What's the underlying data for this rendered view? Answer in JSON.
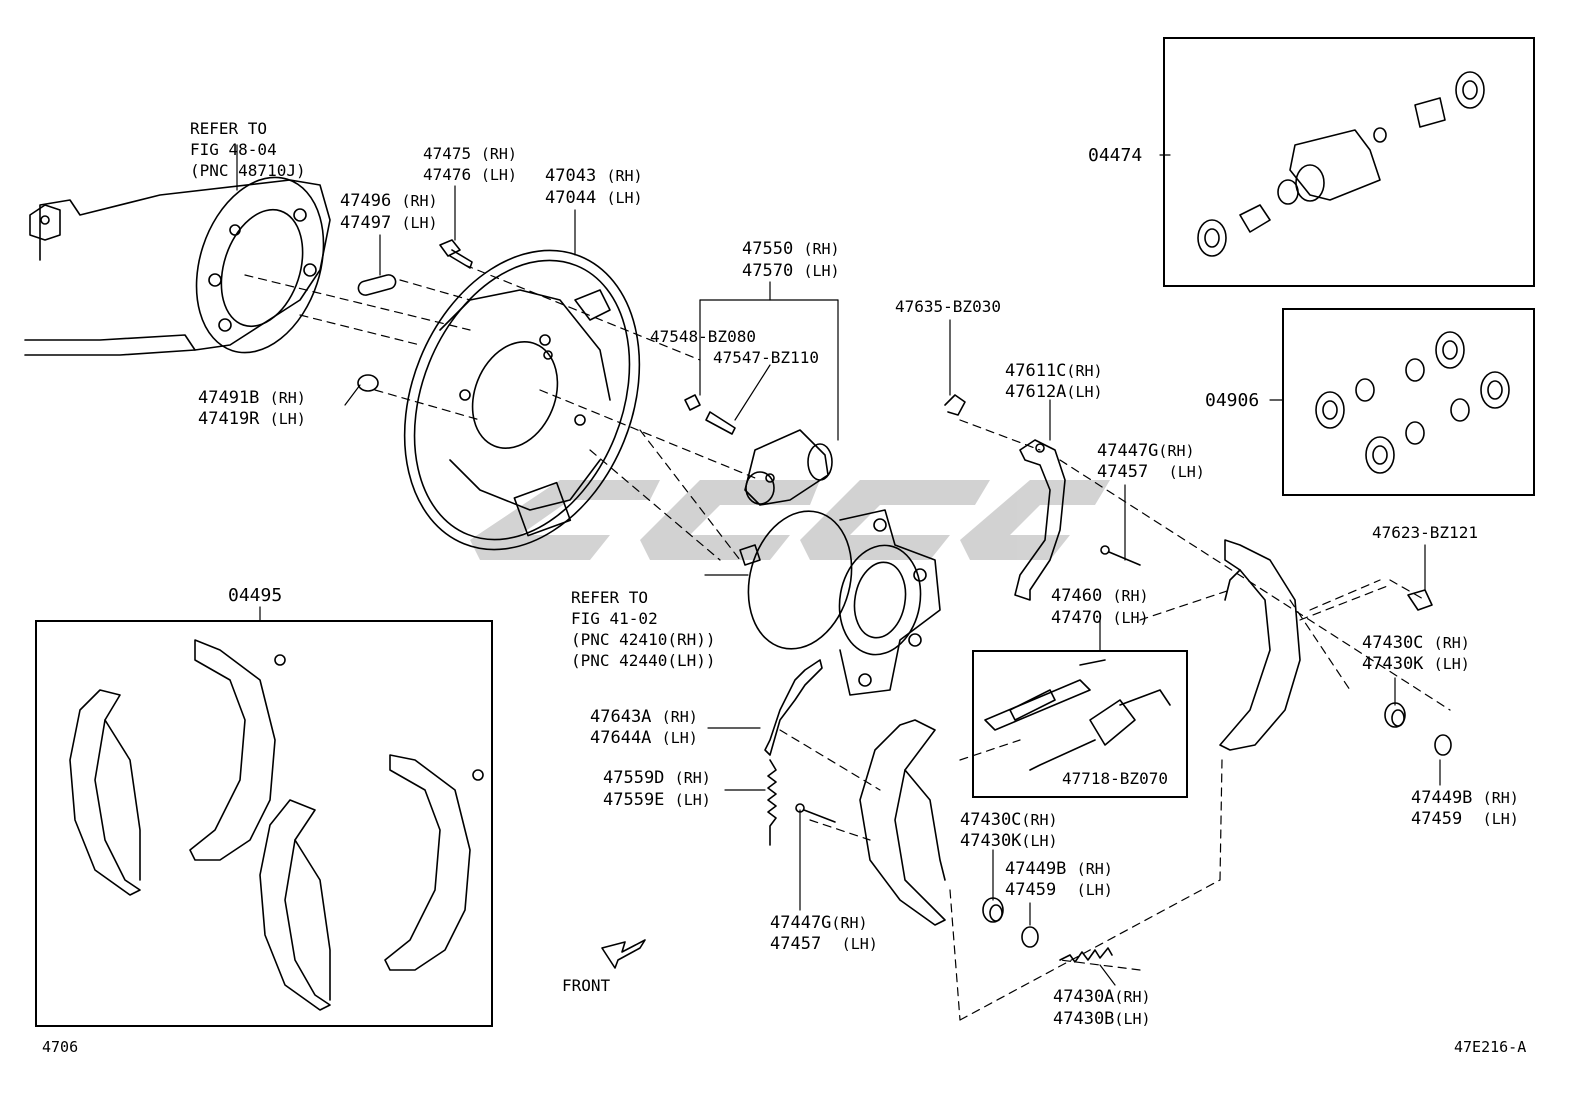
{
  "diagram_id": "47E216-A",
  "page_number": "4706",
  "front_label": "FRONT",
  "refer_backing": [
    "REFER TO",
    "FIG 48-04",
    "(PNC 48710J)"
  ],
  "refer_hub": [
    "REFER TO",
    "FIG 41-02",
    "(PNC 42410(RH))",
    "(PNC 42440(LH))"
  ],
  "parts": {
    "p04474": "04474",
    "p04906": "04906",
    "p04495": "04495",
    "p47475": [
      "47475",
      "(RH)"
    ],
    "p47476": [
      "47476",
      "(LH)"
    ],
    "p47043": [
      "47043",
      "(RH)"
    ],
    "p47044": [
      "47044",
      "(LH)"
    ],
    "p47496": [
      "47496",
      "(RH)"
    ],
    "p47497": [
      "47497",
      "(LH)"
    ],
    "p47491B": [
      "47491B",
      "(RH)"
    ],
    "p47419R": [
      "47419R",
      "(LH)"
    ],
    "p47550": [
      "47550",
      "(RH)"
    ],
    "p47570": [
      "47570",
      "(LH)"
    ],
    "p47548": "47548-BZ080",
    "p47547": "47547-BZ110",
    "p47635": "47635-BZ030",
    "p47611C": [
      "47611C",
      "(RH)"
    ],
    "p47612A": [
      "47612A",
      "(LH)"
    ],
    "p47447G_top": [
      "47447G",
      "(RH)"
    ],
    "p47457_top": [
      "47457",
      "(LH)"
    ],
    "p47623": "47623-BZ121",
    "p47460": [
      "47460",
      "(RH)"
    ],
    "p47470": [
      "47470",
      "(LH)"
    ],
    "p47718": "47718-BZ070",
    "p47430C_r": [
      "47430C",
      "(RH)"
    ],
    "p47430K_r": [
      "47430K",
      "(LH)"
    ],
    "p47449B_r": [
      "47449B",
      "(RH)"
    ],
    "p47459_r": [
      "47459",
      "(LH)"
    ],
    "p47643A": [
      "47643A",
      "(RH)"
    ],
    "p47644A": [
      "47644A",
      "(LH)"
    ],
    "p47559D": [
      "47559D",
      "(RH)"
    ],
    "p47559E": [
      "47559E",
      "(LH)"
    ],
    "p47447G_bot": [
      "47447G",
      "(RH)"
    ],
    "p47457_bot": [
      "47457",
      "(LH)"
    ],
    "p47430C_m": [
      "47430C",
      "(RH)"
    ],
    "p47430K_m": [
      "47430K",
      "(LH)"
    ],
    "p47449B_m": [
      "47449B",
      "(RH)"
    ],
    "p47459_m": [
      "47459",
      "(LH)"
    ],
    "p47430A": [
      "47430A",
      "(RH)"
    ],
    "p47430B": [
      "47430B",
      "(LH)"
    ]
  },
  "colors": {
    "line": "#000000",
    "watermark": "#c8c8c8",
    "background": "#ffffff"
  }
}
